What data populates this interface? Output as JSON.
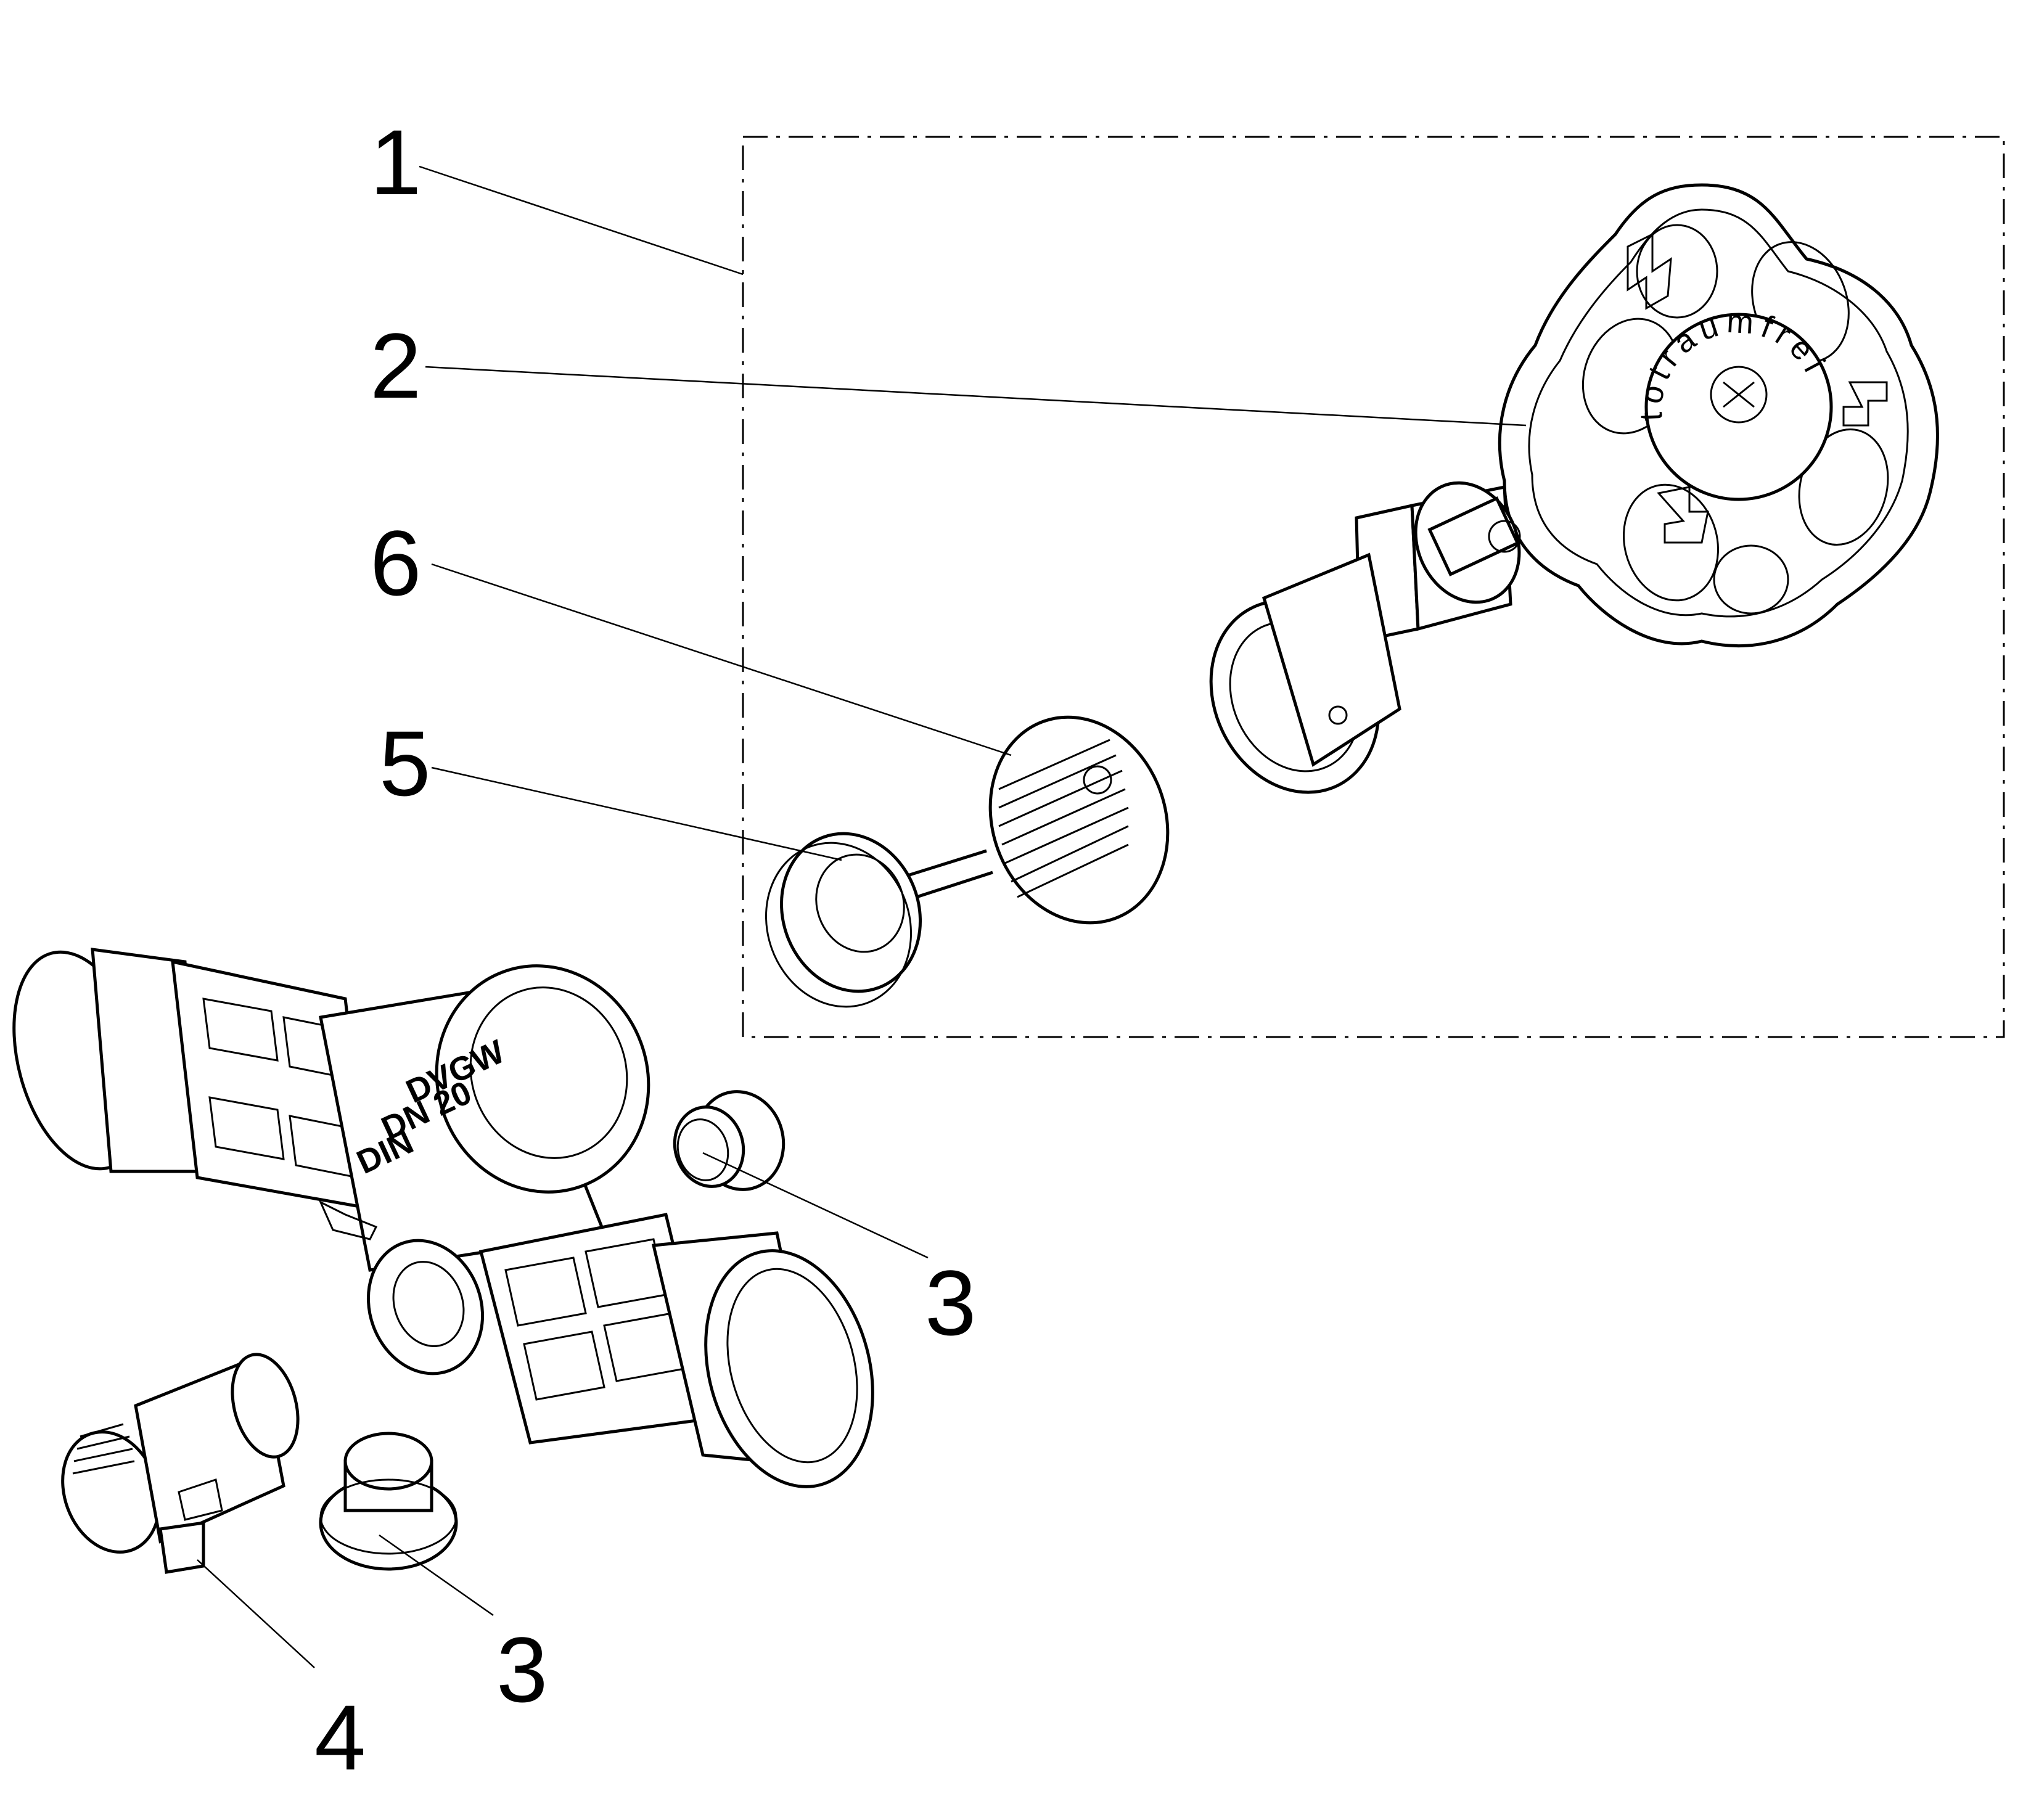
{
  "callouts": {
    "c1": "1",
    "c2": "2",
    "c6": "6",
    "c5": "5",
    "c3a": "3",
    "c3b": "3",
    "c4": "4"
  },
  "handwheel": {
    "inscription": "totraumfrei"
  },
  "valve_body": {
    "marking_line1": "DIN",
    "marking_line2": "DN 20",
    "marking_line3": "DVGW"
  },
  "colors": {
    "line": "#000000",
    "background": "#ffffff"
  }
}
